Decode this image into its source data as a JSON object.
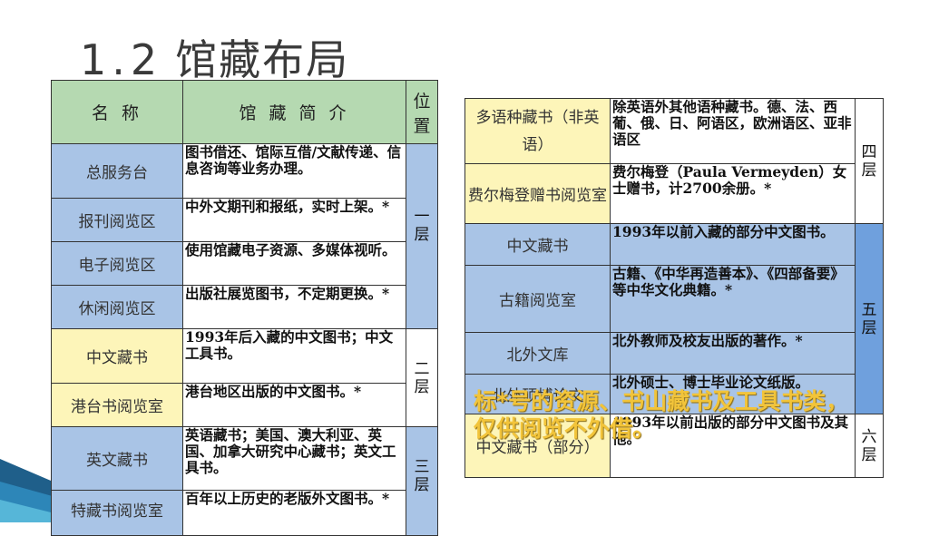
{
  "title": {
    "number": "1.2",
    "text": "馆藏布局"
  },
  "left_table": {
    "headers": {
      "name": "名 称",
      "desc": "馆 藏 简 介",
      "floor": "位置"
    },
    "rows": [
      {
        "name": "总服务台",
        "desc": "图书借还、馆际互借/文献传递、信息咨询等业务办理。"
      },
      {
        "name": "报刊阅览区",
        "desc": "中外文期刊和报纸，实时上架。*"
      },
      {
        "name": "电子阅览区",
        "desc": "使用馆藏电子资源、多媒体视听。"
      },
      {
        "name": "休闲阅览区",
        "desc": "出版社展览图书，不定期更换。*"
      },
      {
        "name": "中文藏书",
        "desc": "1993年后入藏的中文图书；中文工具书。"
      },
      {
        "name": "港台书阅览室",
        "desc": "港台地区出版的中文图书。*"
      },
      {
        "name": "英文藏书",
        "desc": "英语藏书；美国、澳大利亚、英国、加拿大研究中心藏书；英文工具书。"
      },
      {
        "name": "特藏书阅览室",
        "desc": "百年以上历史的老版外文图书。*"
      }
    ],
    "floors": {
      "f1": "一层",
      "f2": "二层",
      "f3": "三层"
    }
  },
  "right_table": {
    "rows": [
      {
        "name": "多语种藏书（非英语）",
        "desc": "除英语外其他语种藏书。德、法、西葡、俄、日、阿语区，欧洲语区、亚非语区"
      },
      {
        "name": "费尔梅登赠书阅览室",
        "desc": "费尔梅登（Paula Vermeyden）女士赠书，计2700余册。*"
      },
      {
        "name": "中文藏书",
        "desc": "1993年以前入藏的部分中文图书。"
      },
      {
        "name": "古籍阅览室",
        "desc": "古籍、《中华再造善本》、《四部备要》等中华文化典籍。*"
      },
      {
        "name": "北外文库",
        "desc": "北外教师及校友出版的著作。*"
      },
      {
        "name": "北外硕博论文",
        "desc": "北外硕士、博士毕业论文纸版。"
      },
      {
        "name": "中文藏书（部分）",
        "desc": "1993年以前出版的部分中文图书及其他。"
      }
    ],
    "floors": {
      "f4": "四层",
      "f5": "五层",
      "f6": "六层"
    }
  },
  "note": "标*号的资源、书山藏书及工具书类，仅供阅览不外借。",
  "colors": {
    "header": "#b5d9b1",
    "blue": "#a9c4e6",
    "yellow": "#fdf5b9",
    "floor_blue": "#6fa0dd",
    "note": "#f2c43a"
  }
}
